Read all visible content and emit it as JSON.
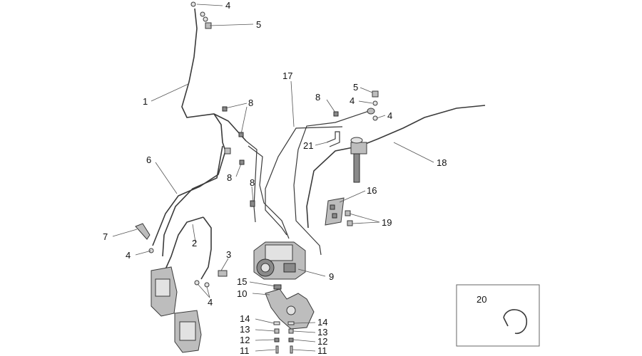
{
  "callouts": {
    "c1": "1",
    "c2": "2",
    "c3": "3",
    "c4a": "4",
    "c4b": "4",
    "c4c": "4",
    "c4d": "4",
    "c4e": "4",
    "c5a": "5",
    "c5b": "5",
    "c6": "6",
    "c7": "7",
    "c8a": "8",
    "c8b": "8",
    "c8c": "8",
    "c8d": "8",
    "c9": "9",
    "c10": "10",
    "c11a": "11",
    "c11b": "11",
    "c12a": "12",
    "c12b": "12",
    "c13a": "13",
    "c13b": "13",
    "c14a": "14",
    "c14b": "14",
    "c15": "15",
    "c16": "16",
    "c17": "17",
    "c18": "18",
    "c19": "19",
    "c20": "20",
    "c21": "21"
  }
}
